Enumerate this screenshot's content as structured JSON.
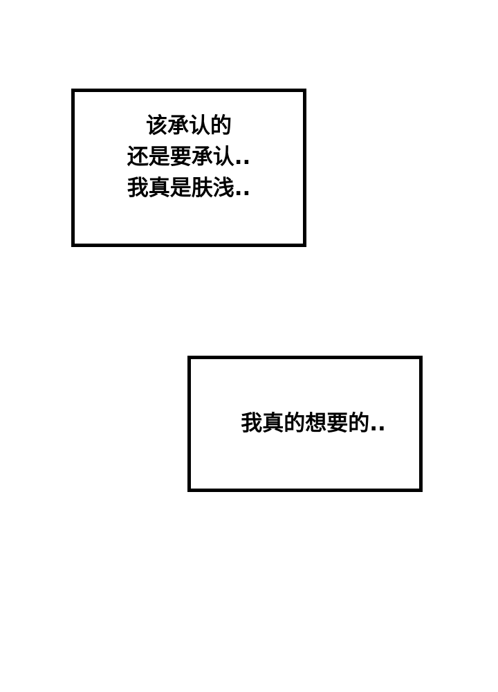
{
  "caption_boxes": [
    {
      "lines": [
        "该承认的",
        "还是要承认..",
        "我真是肤浅.."
      ]
    },
    {
      "lines": [
        "我真的想要的.."
      ]
    }
  ]
}
